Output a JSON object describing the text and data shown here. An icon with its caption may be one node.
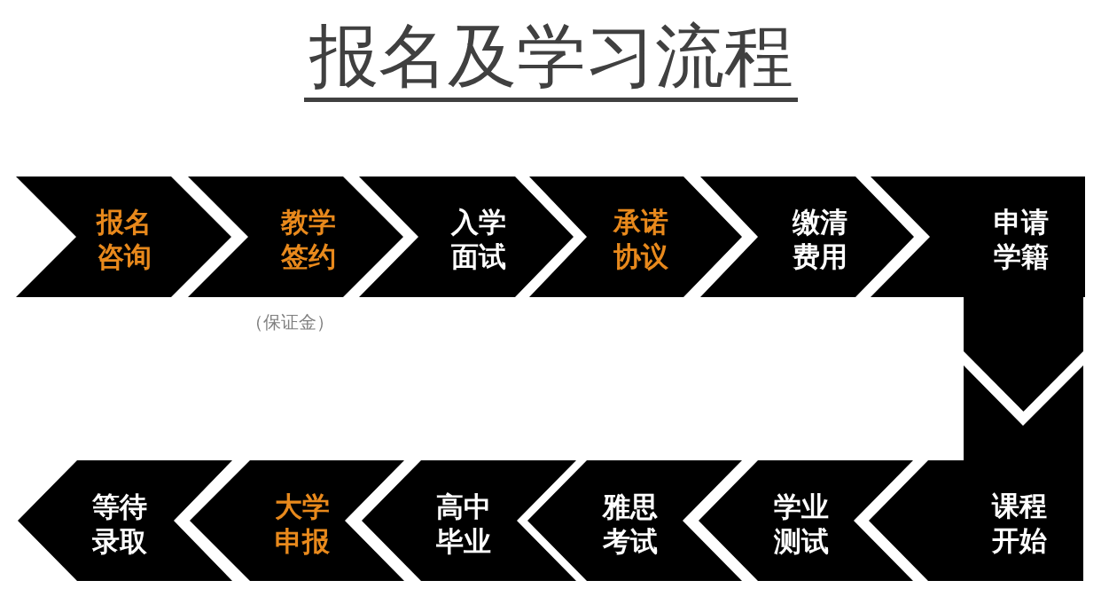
{
  "diagram": {
    "title": "报名及学习流程",
    "nodes": [
      {
        "text": [
          "报名咨询"
        ]
      },
      {
        "text": [
          "教学签约"
        ],
        "beside": [
          "（保证金）"
        ]
      },
      {
        "text": [
          "入学面试"
        ]
      },
      {
        "text": [
          "承诺协议"
        ]
      },
      {
        "text": [
          "缴清费用"
        ]
      },
      {
        "text": [
          "申请学籍"
        ]
      },
      {
        "text": [
          "课程开始"
        ]
      },
      {
        "text": [
          "学业测试"
        ]
      },
      {
        "text": [
          "雅思考试"
        ]
      },
      {
        "text": [
          "高中毕业"
        ]
      },
      {
        "text": [
          "大学申报"
        ]
      },
      {
        "text": [
          "等待录取"
        ]
      }
    ],
    "edges": [
      {
        "from": 5,
        "to": 6,
        "arrow": "to"
      }
    ]
  }
}
